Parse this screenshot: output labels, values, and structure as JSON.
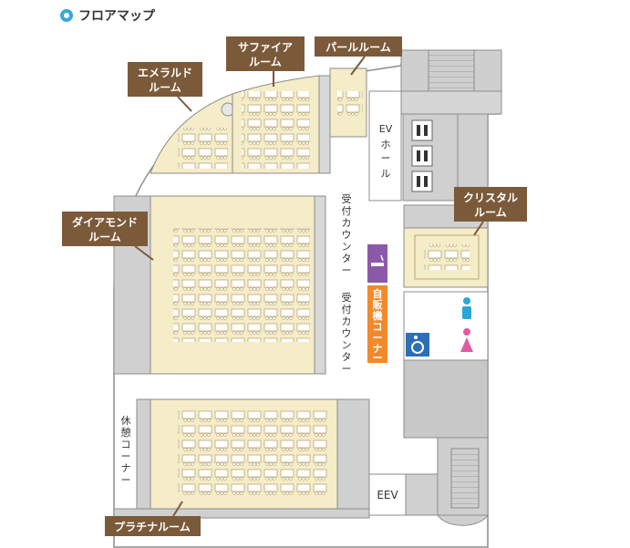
{
  "header": {
    "title": "フロアマップ"
  },
  "rooms": {
    "emerald": [
      "エメラルド",
      "ルーム"
    ],
    "sapphire": [
      "サファイア",
      "ルーム"
    ],
    "pearl": "パールルーム",
    "diamond": [
      "ダイアモンド",
      "ルーム"
    ],
    "crystal": [
      "クリスタル",
      "ルーム"
    ],
    "platinum": "プラチナルーム"
  },
  "facilities": {
    "ev_hall": [
      "EV",
      "ホ",
      "ー",
      "ル"
    ],
    "reception": [
      "受",
      "付",
      "カ",
      "ウ",
      "ン",
      "タ",
      "ー"
    ],
    "vending": [
      "自",
      "販",
      "機",
      "コ",
      "ー",
      "ナ",
      "ー"
    ],
    "rest": [
      "休",
      "憩",
      "コ",
      "ー",
      "ナ",
      "ー"
    ],
    "eev": "EEV"
  },
  "colors": {
    "label": "#7b5a3a",
    "room": "#f5ecc8",
    "wall": "#8c8c8c",
    "gray": "#c8c8c8",
    "vending": "#f08a2c",
    "smoking": "#8a5aa8",
    "male": "#2aa7d8",
    "female": "#e15aa4",
    "accessible": "#2d6fb6"
  },
  "icons": [
    "location-dot-icon",
    "elevator-icon",
    "male-restroom-icon",
    "female-restroom-icon",
    "wheelchair-icon",
    "smoking-icon"
  ]
}
